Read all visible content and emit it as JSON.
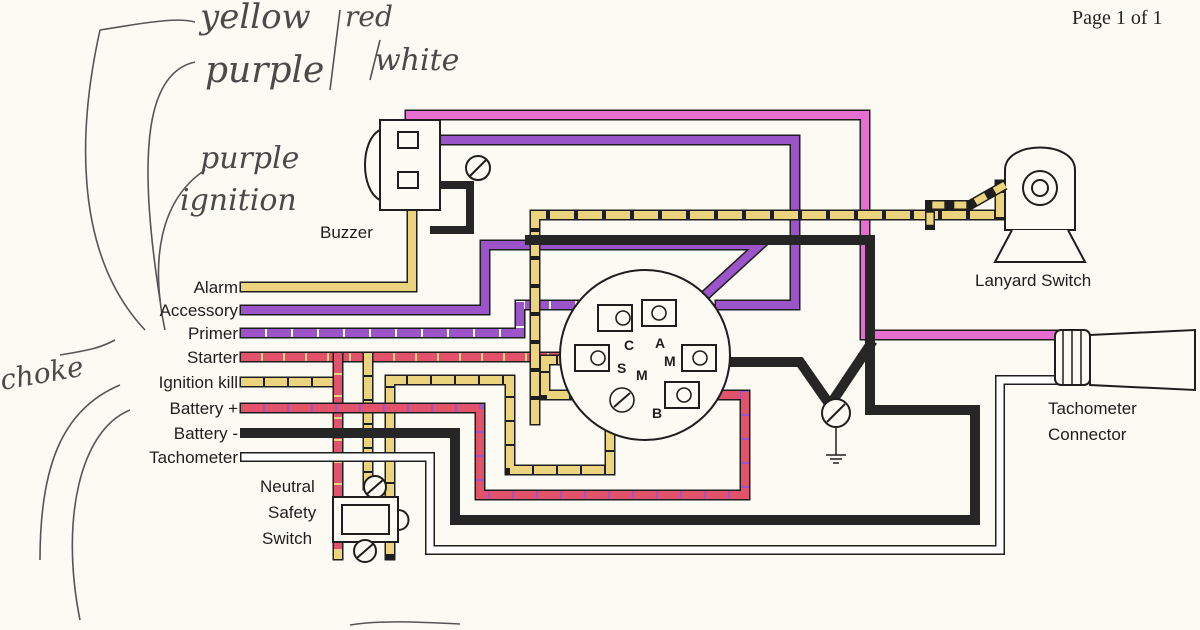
{
  "page_label": "Page 1 of 1",
  "handwritten": {
    "yellow": "yellow",
    "red": "red",
    "purple": "purple",
    "white": "white",
    "purple_2": "purple",
    "ignition": "ignition",
    "choke": "choke"
  },
  "components": {
    "buzzer": "Buzzer",
    "lanyard_switch": "Lanyard Switch",
    "tachometer_connector": [
      "Tachometer",
      "Connector"
    ],
    "neutral_safety_switch": [
      "Neutral",
      "Safety",
      "Switch"
    ]
  },
  "wire_labels": [
    "Alarm",
    "Accessory",
    "Primer",
    "Starter",
    "Ignition kill",
    "Battery +",
    "Battery -",
    "Tachometer"
  ],
  "switch_terminals": [
    "C",
    "A",
    "S",
    "M",
    "M",
    "B"
  ],
  "colors": {
    "yellow": "#ecd47e",
    "purple": "#9c55c9",
    "pink": "#e46fcf",
    "red": "#e2536b",
    "black": "#262626",
    "white_wire": "#ffffff",
    "outline": "#1e1e1e",
    "paper": "#fbfaf3"
  }
}
